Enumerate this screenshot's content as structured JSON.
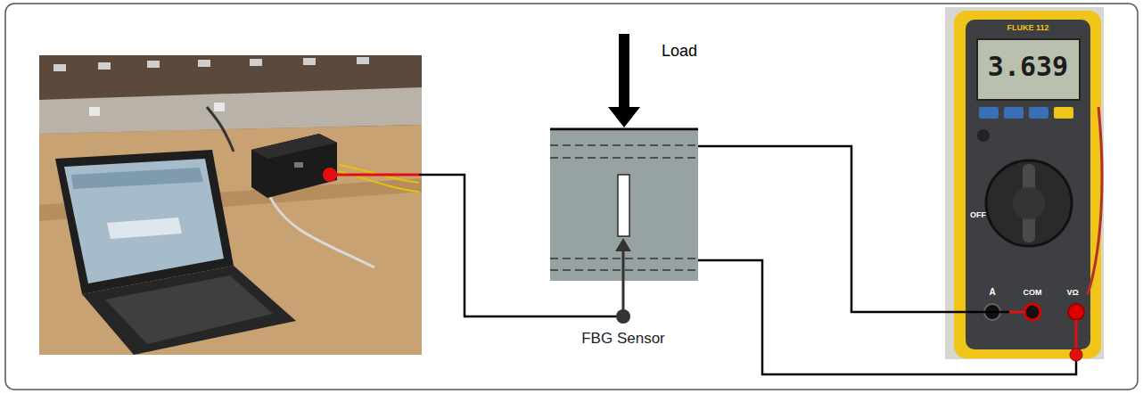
{
  "diagram": {
    "labels": [
      "Load",
      "FBG Sensor",
      "FLUKE 112",
      "3.639",
      "OFF",
      "A",
      "COM",
      "VΩ"
    ]
  }
}
